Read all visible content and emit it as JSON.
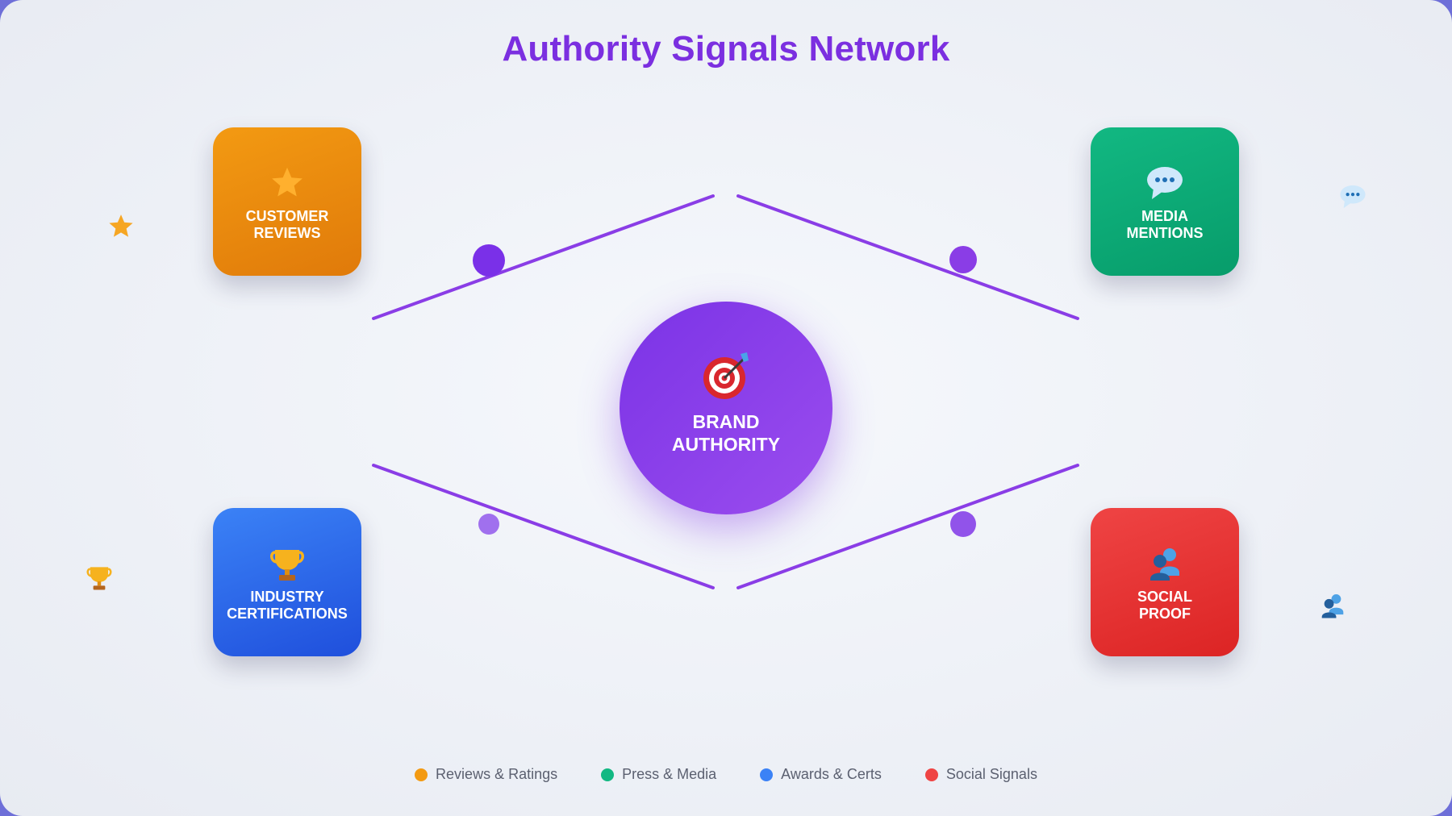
{
  "title": "Authority Signals Network",
  "hub": {
    "label_line1": "BRAND",
    "label_line2": "AUTHORITY",
    "icon": "target-icon"
  },
  "cards": {
    "reviews": {
      "line1": "CUSTOMER",
      "line2": "REVIEWS",
      "icon": "star-icon",
      "color": "#f39a12"
    },
    "media": {
      "line1": "MEDIA",
      "line2": "MENTIONS",
      "icon": "speech-bubble-icon",
      "color": "#12b882"
    },
    "certifications": {
      "line1": "INDUSTRY",
      "line2": "CERTIFICATIONS",
      "icon": "trophy-icon",
      "color": "#3b82f6"
    },
    "social": {
      "line1": "SOCIAL",
      "line2": "PROOF",
      "icon": "people-icon",
      "color": "#ef4444"
    }
  },
  "legend": [
    {
      "label": "Reviews & Ratings",
      "color": "#f39a12"
    },
    {
      "label": "Press & Media",
      "color": "#12b882"
    },
    {
      "label": "Awards & Certs",
      "color": "#3b82f6"
    },
    {
      "label": "Social Signals",
      "color": "#ef4444"
    }
  ],
  "accent_color": "#7b2fe0"
}
